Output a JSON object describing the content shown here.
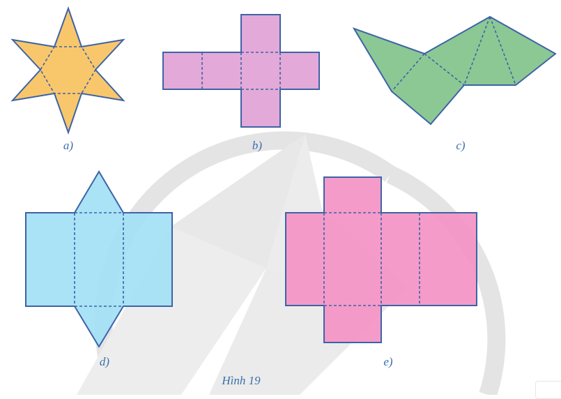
{
  "figure": {
    "caption": "Hình 19",
    "stroke_color": "#3d63a6",
    "watermark_color": "#d9d9d9",
    "nets": [
      {
        "id": "a",
        "label": "a)",
        "shape": "six-pointed star (hexagonal pyramid net)",
        "fill": "#f9c76b"
      },
      {
        "id": "b",
        "label": "b)",
        "shape": "cross (open net of squares)",
        "fill": "#e3a9d8"
      },
      {
        "id": "c",
        "label": "c)",
        "shape": "square pyramid net",
        "fill": "#8cc894"
      },
      {
        "id": "d",
        "label": "d)",
        "shape": "triangular prism net",
        "fill": "#a3dff5"
      },
      {
        "id": "e",
        "label": "e)",
        "shape": "rectangular box net",
        "fill": "#f493c6"
      }
    ]
  }
}
